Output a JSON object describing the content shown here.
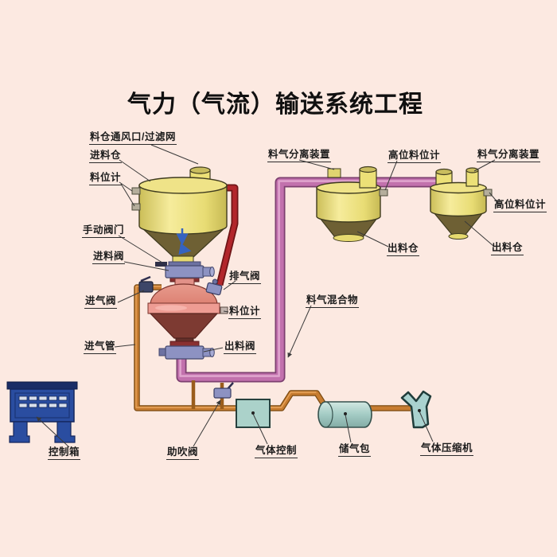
{
  "title": "气力（气流）输送系统工程",
  "labels": {
    "silo": {
      "vent_filter": "料仓通风口/过滤网",
      "feed_silo": "进料仓",
      "level_gauge": "料位计",
      "manual_valve": "手动阀门",
      "feed_valve": "进料阀"
    },
    "vessel": {
      "air_inlet_valve": "进气阀",
      "air_inlet_pipe": "进气管",
      "exhaust_valve": "排气阀",
      "level_gauge": "料位计",
      "discharge_valve": "出料阀"
    },
    "separators": {
      "separator_mid": "料气分离装置",
      "high_level_gauge_mid": "高位料位计",
      "discharge_bin_mid": "出料仓",
      "separator_right": "料气分离装置",
      "high_level_gauge_right": "高位料位计",
      "discharge_bin_right": "出料仓",
      "mixture_pipe": "料气混合物"
    },
    "bottom": {
      "control_box": "控制箱",
      "boost_valve": "助吹阀",
      "gas_control": "气体控制",
      "air_tank": "储气包",
      "compressor": "气体压缩机"
    }
  },
  "colors": {
    "background": "#fce9e1",
    "silo_yellow": "#ece077",
    "cone_interior": "#6e6034",
    "vessel_pink": "#ee9c93",
    "vessel_cone": "#7d3a32",
    "pipe_red": "#b2262b",
    "pipe_magenta": "#c271ad",
    "pipe_orange": "#c77c30",
    "valve_blue": "#8d92c2",
    "control_box_blue": "#2a4da0",
    "equipment_teal": "#abd2ca"
  }
}
